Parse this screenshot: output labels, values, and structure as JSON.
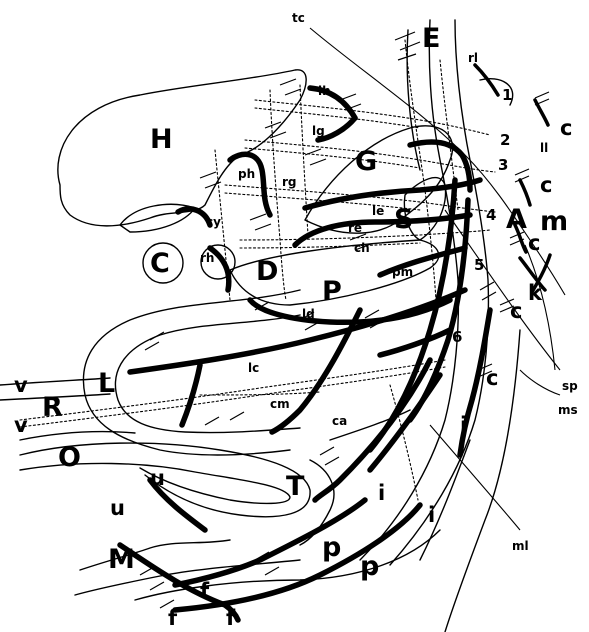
{
  "labels": {
    "tc": "tc",
    "E": "E",
    "rl": "rl",
    "n1": "1",
    "n2": "2",
    "n3": "3",
    "n4": "4",
    "n5": "5",
    "n6": "6",
    "c1": "c",
    "c2": "c",
    "c3": "c",
    "c4": "c",
    "c5": "c",
    "ll": "ll",
    "A": "A",
    "m": "m",
    "k": "k",
    "H": "H",
    "G": "G",
    "S": "S",
    "C": "C",
    "D": "D",
    "P": "P",
    "L": "L",
    "R": "R",
    "O": "O",
    "T": "T",
    "M": "M",
    "lh": "lh",
    "lg": "lg",
    "ph": "ph",
    "rg": "rg",
    "cy": "cy",
    "rh": "rh",
    "le": "le",
    "re": "re",
    "ch": "ch",
    "pm": "pm",
    "ld": "ld",
    "lc": "lc",
    "cm": "cm",
    "ca": "ca",
    "u1": "u",
    "u2": "u",
    "i1": "i",
    "i2": "i",
    "i3": "i",
    "p1": "p",
    "p2": "p",
    "f1": "f",
    "f2": "f",
    "f3": "f",
    "v1": "v",
    "v2": "v",
    "sp": "sp",
    "ms": "ms",
    "ml": "ml"
  }
}
